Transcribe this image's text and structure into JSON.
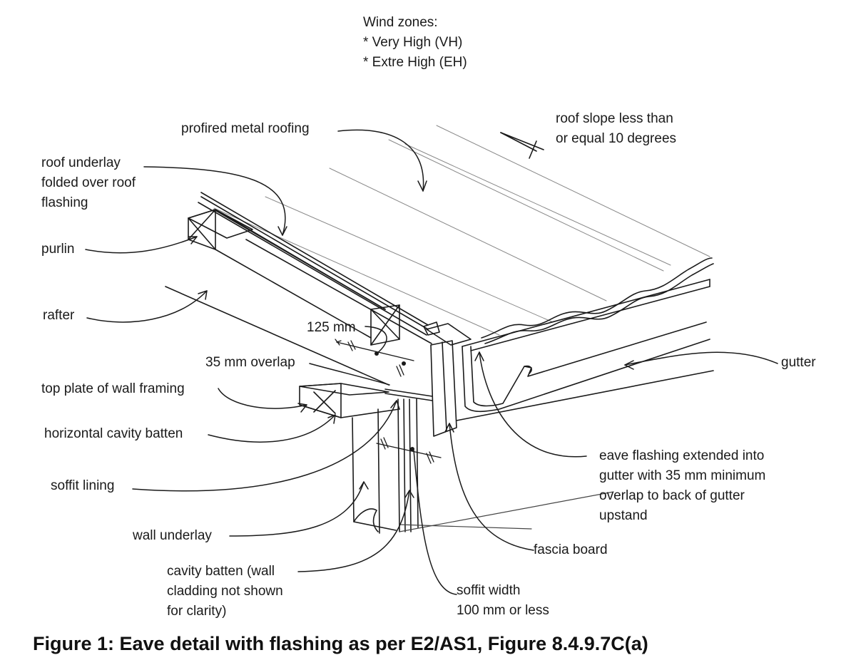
{
  "labels": {
    "wind_zones_title": "Wind zones:",
    "wind_zone_vh": "* Very High (VH)",
    "wind_zone_eh": "* Extre High (EH)",
    "roof_slope_1": "roof slope less than",
    "roof_slope_2": "or equal 10 degrees",
    "metal_roofing": "profired metal roofing",
    "roof_underlay_1": "roof underlay",
    "roof_underlay_2": "folded over roof",
    "roof_underlay_3": "flashing",
    "purlin": "purlin",
    "rafter": "rafter",
    "dim_125": "125 mm",
    "overlap_35": "35 mm overlap",
    "top_plate": "top plate of wall framing",
    "horizontal_batten": "horizontal cavity batten",
    "soffit_lining": "soffit lining",
    "wall_underlay": "wall underlay",
    "cavity_batten_1": "cavity batten (wall",
    "cavity_batten_2": "cladding not shown",
    "cavity_batten_3": "for clarity)",
    "soffit_width_1": "soffit width",
    "soffit_width_2": "100 mm or less",
    "gutter": "gutter",
    "eave_flashing_1": "eave flashing extended into",
    "eave_flashing_2": "gutter with 35 mm minimum",
    "eave_flashing_3": "overlap to back of gutter",
    "eave_flashing_4": "upstand",
    "fascia_board": "fascia board"
  },
  "caption": "Figure 1: Eave detail with flashing as per E2/AS1, Figure 8.4.9.7C(a)",
  "colors": {
    "ink": "#1a1a1a",
    "light_ink": "#888888"
  }
}
